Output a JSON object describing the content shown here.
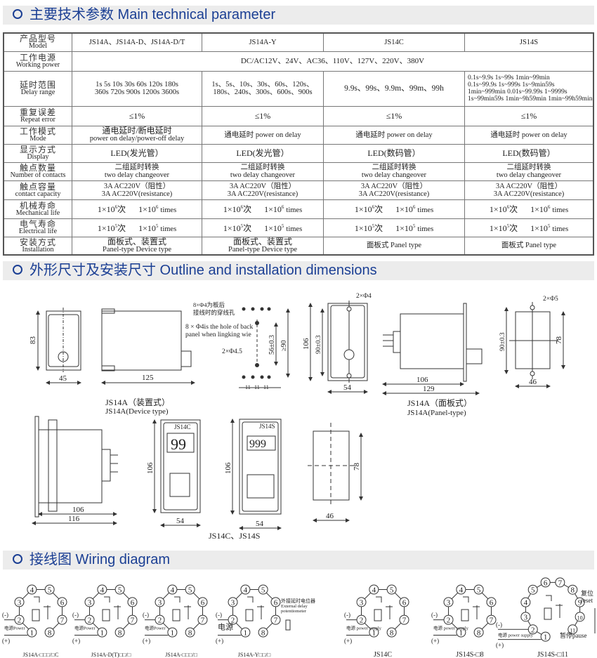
{
  "sections": {
    "spec": "主要技术参数 Main technical parameter",
    "outline": "外形尺寸及安装尺寸 Outline and installation dimensions",
    "wiring": "接线图 Wiring diagram"
  },
  "table": {
    "header": {
      "zh": "产品型号",
      "en": "Model",
      "cols": [
        "JS14A、JS14A-D、JS14A-D/T",
        "JS14A-Y",
        "JS14C",
        "JS14S"
      ]
    },
    "power": {
      "zh": "工作电源",
      "en": "Working power",
      "value": "DC/AC12V、24V、AC36、110V、127V、220V、380V"
    },
    "delay": {
      "zh": "延时范围",
      "en": "Delay range",
      "c1": [
        "1s 5s 10s 30s 60s 120s 180s",
        "360s 720s 900s 1200s 3600s"
      ],
      "c2": [
        "1s、5s、10s、30s、60s、120s、",
        "180s、240s、300s、600s、900s"
      ],
      "c3": "9.9s、99s、9.9m、99m、99h",
      "c4": [
        "0.1s~9.9s  1s~99s  1min~99min",
        "0.1s~99.9s 1s~999s 1s~9min59s",
        "1min~999min 0.01s~99.99s 1~9999s",
        "1s~99min59s 1min~9h59min 1min~99h59min"
      ]
    },
    "repeat": {
      "zh": "重复误差",
      "en": "Repeat error",
      "value": "≤1%"
    },
    "mode": {
      "zh": "工作模式",
      "en": "Mode",
      "c1zh": "通电延时/断电延时",
      "c1en": "power on delay/power-off delay",
      "other": "通电延时 power on delay"
    },
    "display": {
      "zh": "显示方式",
      "en": "Display",
      "led1": "LED(发光管）",
      "led2": "LED(数码管）"
    },
    "contacts": {
      "zh": "触点数量",
      "en": "Number of contacts",
      "vzh": "二组延时转换",
      "ven": "two delay changeover"
    },
    "capacity": {
      "zh": "触点容量",
      "en": "contact capacity",
      "vzh": "3A AC220V（阻性）",
      "ven": "3A AC220V(resistance)"
    },
    "mech": {
      "zh": "机械寿命",
      "en": "Mechanical life",
      "base": "1×10",
      "exp": "6",
      "unit_zh": "次",
      "unit_en": "times"
    },
    "elec": {
      "zh": "电气寿命",
      "en": "Electrical life",
      "base": "1×10",
      "exp": "5",
      "unit_zh": "次",
      "unit_en": "times"
    },
    "install": {
      "zh": "安装方式",
      "en": "Installation",
      "both_zh": "面板式、装置式",
      "both_en": "Panel-type  Device type",
      "panel": "面板式 Panel type"
    }
  },
  "dims": {
    "d83": "83",
    "d45": "45",
    "d125": "125",
    "hole_zh1": "8×Φ4为板后",
    "hole_zh2": "接线时的穿线孔",
    "hole_en1": "8 × Φ4is the hole of back",
    "hole_en2": "panel when lingking wie",
    "d2x45": "2×Φ4.5",
    "d56": "56±0.3",
    "d90min": "≥90",
    "d11": "11",
    "cap_device_zh": "JS14A（装置式）",
    "cap_device_en": "JS14A(Device type)",
    "d106": "106",
    "d90": "90±0.3",
    "d54": "54",
    "d2x4": "2×Φ4",
    "d129": "129",
    "d2x5": "2×Φ5",
    "d78": "78",
    "d46": "46",
    "cap_panel_zh": "JS14A（面板式）",
    "cap_panel_en": "JS14A(Panel-type)",
    "d116": "116",
    "js14c": "JS14C",
    "js14s": "JS14S",
    "disp_c": "99",
    "disp_s": "999",
    "cap_cs": "JS14C、JS14S"
  },
  "wiring": [
    {
      "caption": "JS14A-□□□/□C",
      "minus": "(-)",
      "plus": "(+)",
      "power": "电源Power",
      "pins": [
        "1",
        "2",
        "3",
        "4",
        "5",
        "6",
        "7",
        "8"
      ]
    },
    {
      "caption": "JS14A-D(T)□□/□",
      "minus": "(-)",
      "plus": "(+)",
      "power": "电源Power",
      "pins": [
        "1",
        "2",
        "3",
        "4",
        "5",
        "6",
        "7",
        "8"
      ]
    },
    {
      "caption": "JS14A-□□□/□",
      "minus": "(-)",
      "plus": "(+)",
      "power": "电源Power",
      "pins": [
        "1",
        "2",
        "3",
        "4",
        "5",
        "6",
        "7",
        "8"
      ]
    },
    {
      "caption": "JS14A-Y□□/□",
      "minus": "(-)",
      "plus": "(+)",
      "power": "电源",
      "pins": [
        "1",
        "2",
        "3",
        "4",
        "5",
        "6",
        "7",
        "8"
      ],
      "pot_zh": "外接延时电位器",
      "pot_en1": "External delay",
      "pot_en2": "potentiometer"
    },
    {
      "caption": "JS14C",
      "minus": "(-)",
      "plus": "(+)",
      "power": "电源 power supply",
      "pins": [
        "1",
        "2",
        "3",
        "4",
        "5",
        "6",
        "7",
        "8"
      ]
    },
    {
      "caption": "JS14S-□8",
      "minus": "(-)",
      "plus": "(+)",
      "power": "电源 power supply",
      "pins": [
        "1",
        "2",
        "3",
        "4",
        "5",
        "6",
        "7",
        "8"
      ]
    },
    {
      "caption": "JS14S-□11",
      "minus": "(-)",
      "plus": "(+)",
      "power": "电源 power supply",
      "pins": [
        "1",
        "2",
        "3",
        "4",
        "5",
        "6",
        "7",
        "8",
        "9",
        "10",
        "11"
      ],
      "reset_zh": "复位",
      "reset_en": "reset",
      "pause": "暂停pause"
    }
  ],
  "colors": {
    "heading": "#1b3f94",
    "band": "#ececec"
  }
}
